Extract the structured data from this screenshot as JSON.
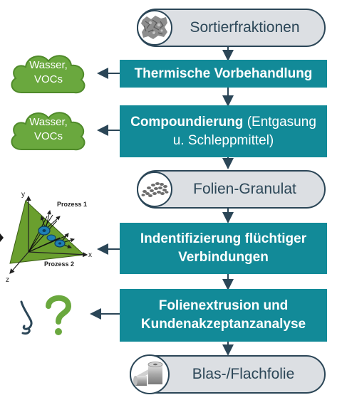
{
  "colors": {
    "teal": "#128a98",
    "pill_fill": "#dcdfe3",
    "navy": "#2b4657",
    "cloud": "#6aa83e"
  },
  "steps": {
    "sortierfraktionen": "Sortierfraktionen",
    "thermische": "Thermische Vorbehandlung",
    "compound_bold": "Compoundierung",
    "compound_rest_1": " (Entgasung",
    "compound_rest_2": "u. Schleppmittel)",
    "granulat": "Folien-Granulat",
    "identifizierung_1": "Indentifizierung flüchtiger",
    "identifizierung_2": "Verbindungen",
    "extrusion_1": "Folienextrusion und",
    "extrusion_2": "Kundenakzeptanzanalyse",
    "folie": "Blas-/Flachfolie"
  },
  "clouds": [
    {
      "line1": "Wasser,",
      "line2": "VOCs"
    },
    {
      "line1": "Wasser,",
      "line2": "VOCs"
    }
  ],
  "process_diagram": {
    "axis_y": "y",
    "axis_x": "x",
    "axis_z": "z",
    "prozess1": "Prozess 1",
    "prozess2": "Prozess 2"
  },
  "icons": [
    "shredded-plastic-icon",
    "cloud-icon",
    "granulate-icon",
    "nose-icon",
    "question-mark-icon",
    "film-roll-icon"
  ]
}
